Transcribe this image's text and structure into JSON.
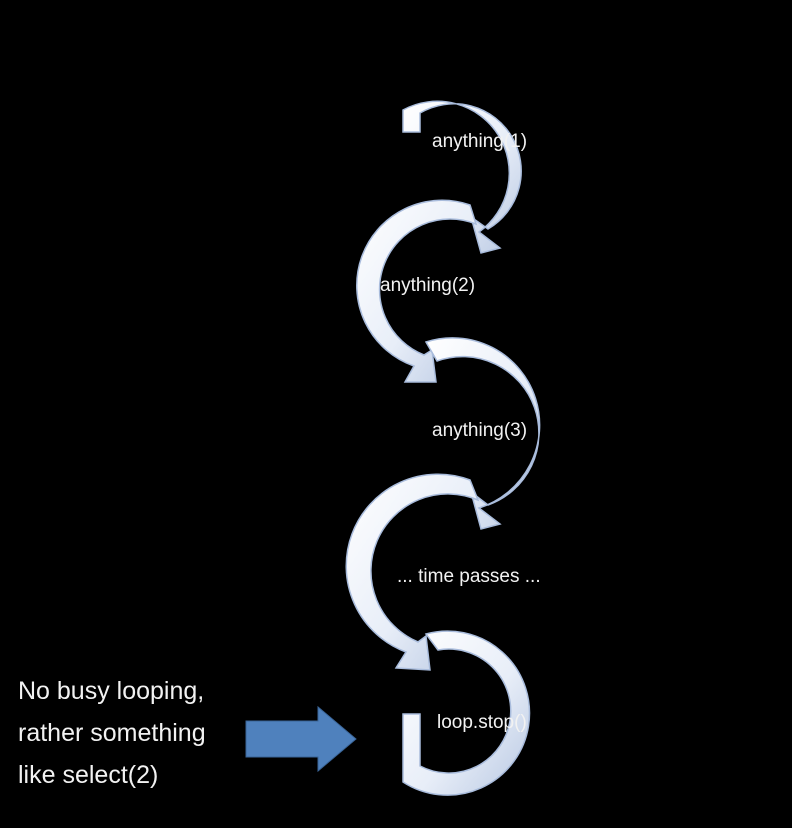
{
  "diagram": {
    "steps": [
      "anything(1)",
      "anything(2)",
      "anything(3)",
      "... time passes ...",
      "loop.stop()"
    ]
  },
  "caption": {
    "lines": [
      "No busy looping,",
      "rather something",
      "like select(2)"
    ]
  },
  "colors": {
    "background": "#000000",
    "loop_fill": "#e8eef8",
    "loop_edge": "#a9bcdc",
    "arrow": "#4f81bd",
    "text": "#f2f2f2"
  }
}
